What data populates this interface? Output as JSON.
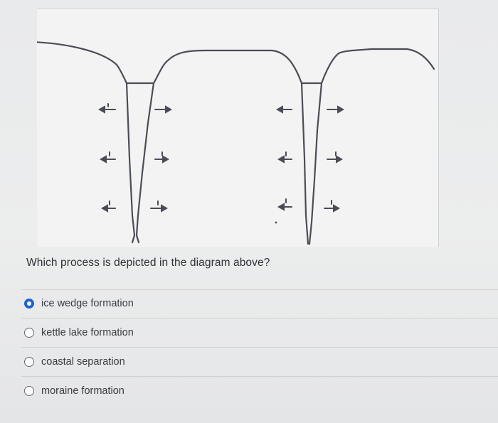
{
  "question": {
    "text": "Which process is depicted in the diagram above?"
  },
  "options": [
    {
      "label": "ice wedge formation",
      "selected": true
    },
    {
      "label": "kettle lake formation",
      "selected": false
    },
    {
      "label": "coastal separation",
      "selected": false
    },
    {
      "label": "moraine formation",
      "selected": false
    }
  ],
  "colors": {
    "accent": "#1e64c8",
    "line": "#4a4d55",
    "text": "#2e3036"
  }
}
